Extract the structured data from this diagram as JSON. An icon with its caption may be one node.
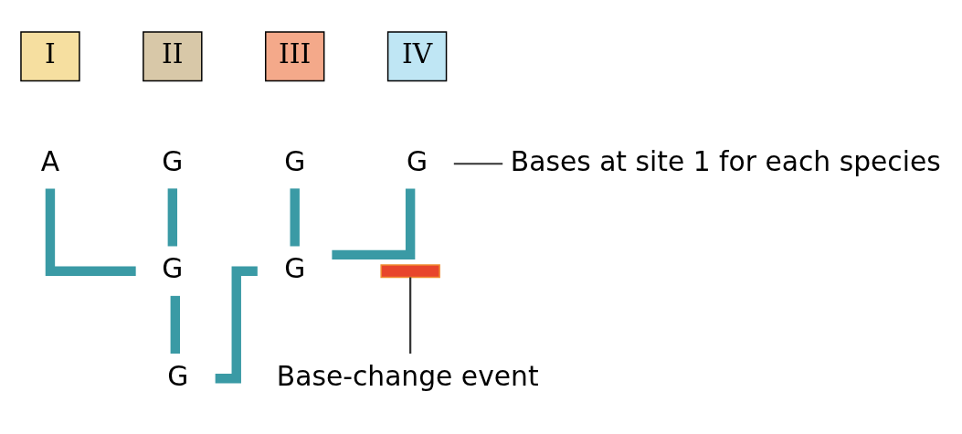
{
  "diagram": {
    "nodes": [
      {
        "text": [
          "I"
        ]
      },
      {
        "text": [
          "II"
        ]
      },
      {
        "text": [
          "III"
        ]
      },
      {
        "text": [
          "IV"
        ]
      },
      {
        "text": [
          "A"
        ]
      },
      {
        "text": [
          "G"
        ]
      },
      {
        "text": [
          "G"
        ]
      },
      {
        "text": [
          "G"
        ]
      },
      {
        "text": [
          "G"
        ]
      },
      {
        "text": [
          "G"
        ]
      },
      {
        "text": [
          "G"
        ]
      },
      {
        "text": [
          "Bases at site 1 for each species"
        ]
      },
      {
        "text": [
          "Base-change event"
        ]
      },
      {
        "text": [],
        "shape": "bar"
      }
    ],
    "edges": [
      {
        "from": 10,
        "to": 8,
        "arrow": "none"
      },
      {
        "from": 10,
        "to": 9,
        "arrow": "none"
      },
      {
        "from": 8,
        "to": 4,
        "arrow": "none"
      },
      {
        "from": 8,
        "to": 5,
        "arrow": "none"
      },
      {
        "from": 9,
        "to": 6,
        "arrow": "none"
      },
      {
        "from": 9,
        "to": 7,
        "arrow": "none"
      },
      {
        "from": 11,
        "to": 7,
        "arrow": "none",
        "color": "#333333"
      },
      {
        "from": 12,
        "to": 13,
        "arrow": "none",
        "color": "#333333"
      }
    ]
  }
}
